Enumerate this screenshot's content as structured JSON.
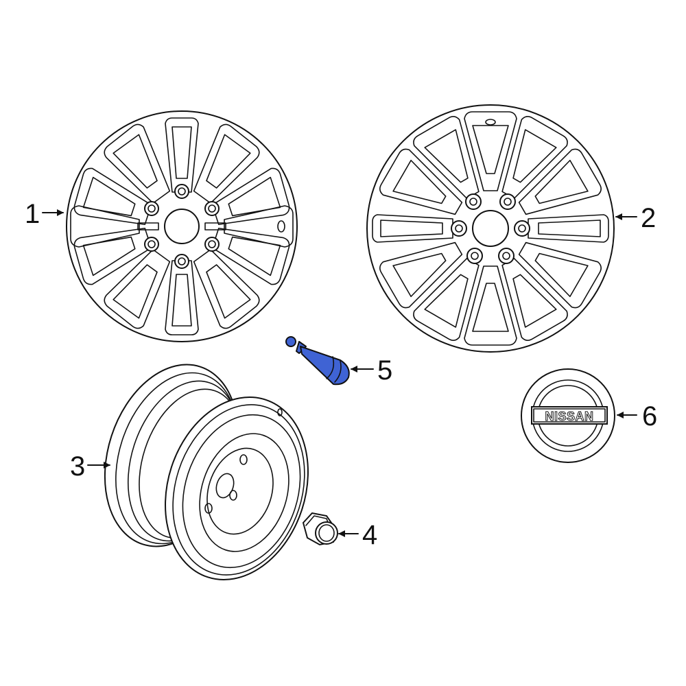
{
  "diagram": {
    "type": "parts-diagram",
    "accent_color": "#3f63d4",
    "line_color": "#111111",
    "background": "#ffffff"
  },
  "parts": [
    {
      "number": "1",
      "name": "Alloy Wheel (10-spoke, 6-lug)",
      "highlighted": false
    },
    {
      "number": "2",
      "name": "Alloy Wheel (12-spoke, 6-lug)",
      "highlighted": false
    },
    {
      "number": "3",
      "name": "Spare Wheel (steel)",
      "highlighted": false
    },
    {
      "number": "4",
      "name": "Lug Nut",
      "highlighted": false
    },
    {
      "number": "5",
      "name": "Valve Stem",
      "highlighted": true
    },
    {
      "number": "6",
      "name": "Center Cap",
      "highlighted": false
    }
  ],
  "labels": {
    "p1": "1",
    "p2": "2",
    "p3": "3",
    "p4": "4",
    "p5": "5",
    "p6": "6",
    "logo_text": "NISSAN"
  }
}
